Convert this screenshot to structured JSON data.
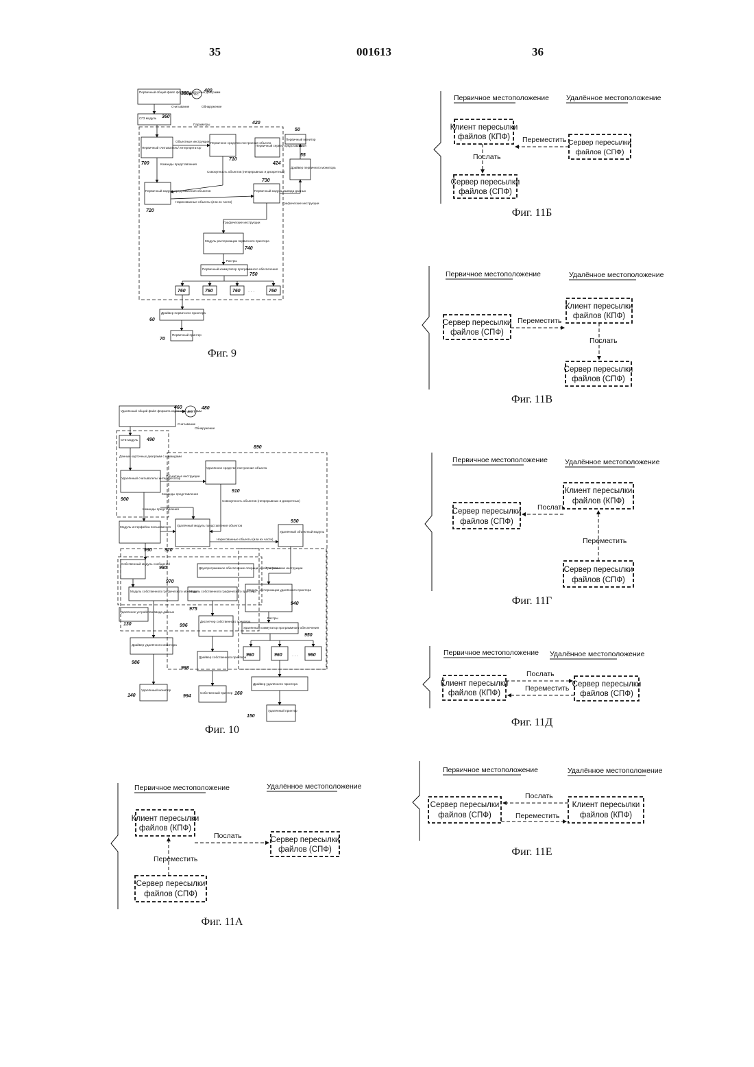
{
  "header": {
    "left_page": "35",
    "patent_number": "001613",
    "right_page": "36"
  },
  "fig9": {
    "caption": "Фиг. 9",
    "labels": {
      "primary_file": "Первичный общий файл формата карточных диаграмм",
      "fs": "ФС",
      "read": "Считывание",
      "detect": "Обнаружение",
      "sgz": "СГЗ модуль",
      "params": "Параметры",
      "interpreter": "Первичный считыватель/ интерпретатор",
      "obj_instr": "Объектные инструкции",
      "builder": "Первичное средство построения объекта",
      "pres_server": "Первичный сервер представления",
      "monitor": "Первичный монитор",
      "monitor_driver": "Драйвер первичного монитора",
      "pres_cmds": "Команды представления",
      "obj_set": "Совокупность объектов (непрерывных и дискретных)",
      "pres_module": "Первичный модуль представления объектов",
      "output_module": "Первичный модуль вывода данных",
      "drawn": "Нарисованные объекты (или их части)",
      "graph_instr": "Графические инструкции",
      "raster_module": "Модуль растеризации первичного принтера",
      "rasters": "Растры",
      "switch": "Первичный коммутатор программного обеспечения",
      "printer_driver": "Драйвер первичного принтера",
      "printer": "Первичный принтер",
      "dots": "· · ·"
    },
    "numbers": {
      "n380": "380",
      "n400": "400",
      "n360": "360",
      "n420": "420",
      "n50": "50",
      "n55": "55",
      "n700": "700",
      "n710": "710",
      "n424": "424",
      "n730": "730",
      "n720": "720",
      "n740": "740",
      "n750": "750",
      "n760": "760",
      "n60": "60",
      "n70": "70"
    }
  },
  "fig10": {
    "caption": "Фиг. 10",
    "labels": {
      "remote_file": "Удалённый общий файл формата карточных диаграмм",
      "fs": "ФС",
      "read": "Считывание",
      "detect": "Обнаружение",
      "sgz": "СГЗ модуль",
      "chart_data": "Данные карточных диаграмм с командами",
      "interpreter": "Удалённый считыватель/ интерпретатор",
      "obj_instr": "Объектные инструкции",
      "builder": "Удалённое средство построения объекта",
      "pres_cmds": "Команды представления",
      "obj_set": "Совокупность объектов (непрерывных и дискретных)",
      "pres_cmds2": "Команды представления",
      "ui_module": "Модуль интерфейса пользователя",
      "pres_module": "Удалённый модуль представления объектов",
      "drawn": "Нарисованные объекты (или их части)",
      "output_module": "Удалённый объектный модуль",
      "msg_module": "Собственный модуль сообщений",
      "two_os": "Двухпрограммное обеспечение операционной системы",
      "graph_instr": "Графические инструкции",
      "own_monitor_mod": "Модуль собственного графического монитора",
      "own_printer_mod": "Модуль собственного графического принтера",
      "raster_module": "Модуль растеризации удалённого принтера",
      "input_device": "Удалённое устройство ввода данных",
      "own_dispatcher": "Диспетчер собственного принтера",
      "rasters": "Растры",
      "switch": "Удалённый коммутатор программного обеспечения",
      "remote_mon_driver": "Драйвер удалённого монитора",
      "own_printer_driver": "Драйвер собственного принтера",
      "remote_monitor": "Удалённый монитор",
      "own_printer": "Собственный принтер",
      "remote_printer_driver": "Драйвер удалённого принтера",
      "remote_printer": "Удалённый принтер",
      "dots": "· · ·"
    },
    "numbers": {
      "n460": "460",
      "n480": "480",
      "n490": "490",
      "n890": "890",
      "n900": "900",
      "n910": "910",
      "n930": "930",
      "n920": "920",
      "n990": "990",
      "n980": "980",
      "n970": "970",
      "n130": "130",
      "n975": "975",
      "n940": "940",
      "n996": "996",
      "n950": "950",
      "n986": "986",
      "n998": "998",
      "n960": "960",
      "n140": "140",
      "n994": "994",
      "n160": "160",
      "n150": "150"
    }
  },
  "fig11": {
    "primary_location": "Первичное местоположение",
    "remote_location": "Удалённое местоположение",
    "client_l1": "Клиент пересылки",
    "client_l2": "файлов (КПФ)",
    "server_l1": "Сервер пересылки",
    "server_l2": "файлов (СПФ)",
    "send": "Послать",
    "move": "Переместить",
    "captions": {
      "a": "Фиг. 11А",
      "b": "Фиг. 11Б",
      "c": "Фиг. 11В",
      "d": "Фиг. 11Г",
      "e": "Фиг. 11Д",
      "f": "Фиг. 11Е"
    }
  }
}
